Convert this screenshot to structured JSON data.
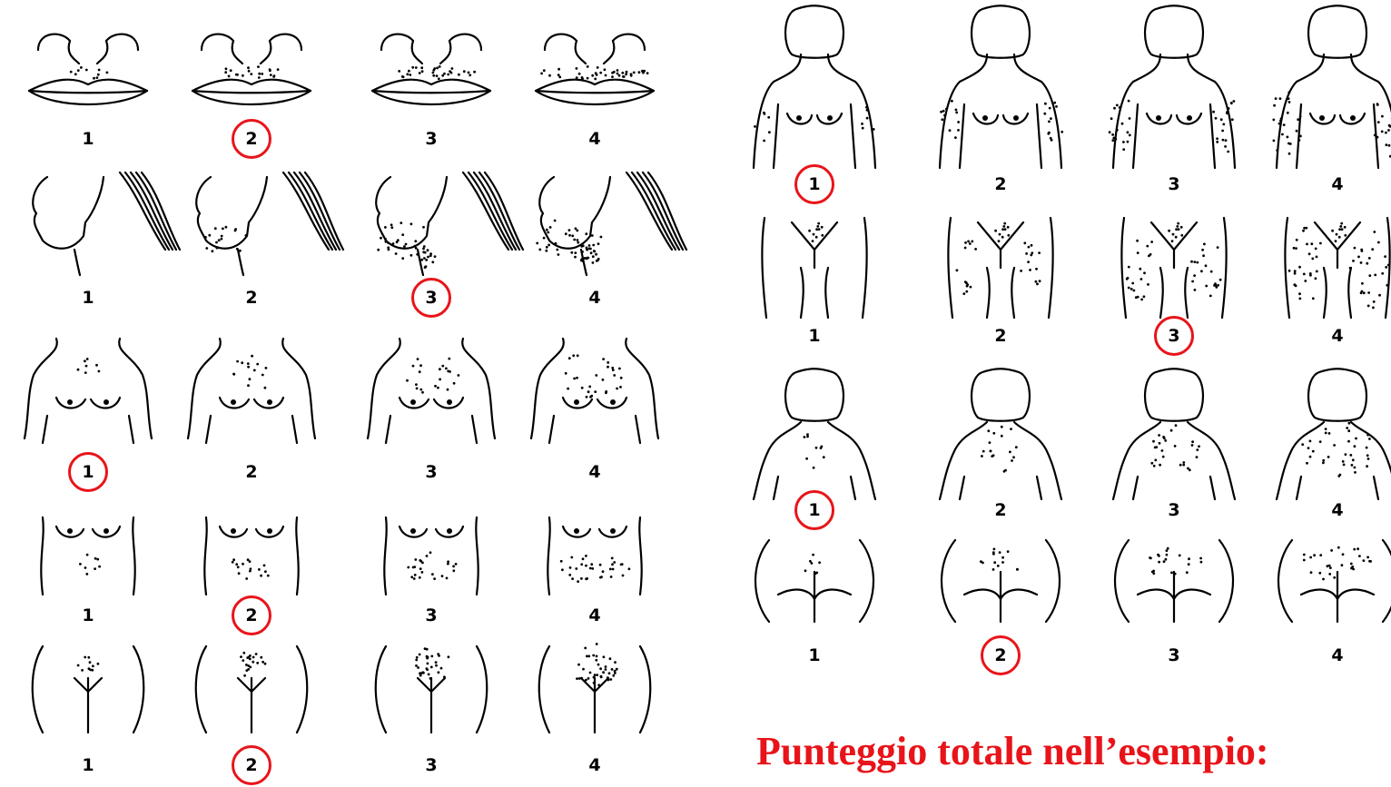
{
  "caption": "Punteggio totale nell’esempio:",
  "accent_color": "#e8141a",
  "score_levels": [
    "1",
    "2",
    "3",
    "4"
  ],
  "left_rows": [
    {
      "area": "upper-lip",
      "selected": 2
    },
    {
      "area": "chin",
      "selected": 3
    },
    {
      "area": "chest",
      "selected": 1
    },
    {
      "area": "upper-abdomen",
      "selected": 2
    },
    {
      "area": "lower-abdomen",
      "selected": 2
    }
  ],
  "right_rows": [
    {
      "area": "upper-arm",
      "selected": 1
    },
    {
      "area": "thigh",
      "selected": 3
    },
    {
      "area": "upper-back",
      "selected": 1
    },
    {
      "area": "lower-back",
      "selected": 2
    }
  ]
}
